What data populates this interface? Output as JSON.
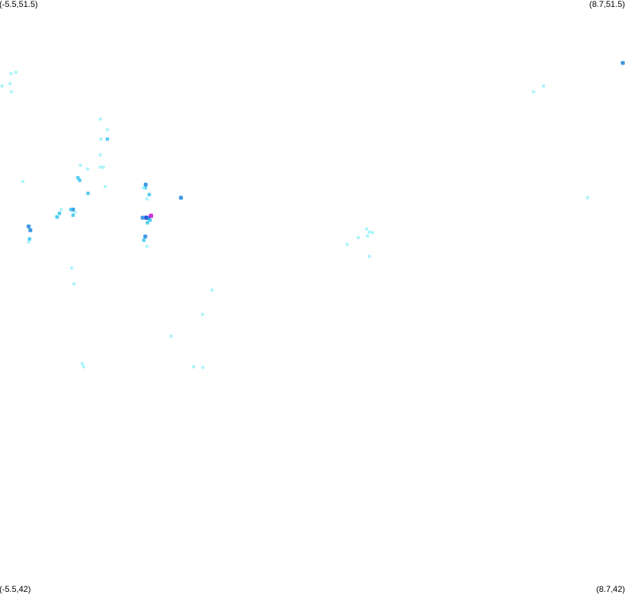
{
  "corners": {
    "top_left": "(-5.5,51.5)",
    "top_right": "(8.7,51.5)",
    "bottom_left": "(-5.5,42)",
    "bottom_right": "(8.7,42)"
  },
  "extent": {
    "lon_min": -5.5,
    "lon_max": 8.7,
    "lat_min": 42,
    "lat_max": 51.5
  },
  "colors": {
    "low": "#9ff2fb",
    "medium": "#3cc6ee",
    "high": "#1a86e0",
    "higher": "#1f3fe0",
    "peak": "#cc1adb"
  },
  "points": [
    {
      "lon": -5.5,
      "lat": 50.12,
      "level": "low"
    },
    {
      "lon": -5.14,
      "lat": 50.34,
      "level": "low"
    },
    {
      "lon": -5.25,
      "lat": 50.32,
      "level": "low"
    },
    {
      "lon": -5.27,
      "lat": 50.16,
      "level": "low"
    },
    {
      "lon": -5.24,
      "lat": 50.03,
      "level": "low"
    },
    {
      "lon": -4.98,
      "lat": 48.59,
      "level": "low"
    },
    {
      "lon": -3.22,
      "lat": 49.59,
      "level": "low"
    },
    {
      "lon": -3.06,
      "lat": 49.42,
      "level": "low"
    },
    {
      "lon": -3.21,
      "lat": 49.27,
      "level": "low"
    },
    {
      "lon": -3.06,
      "lat": 49.27,
      "level": "medium"
    },
    {
      "lon": -3.22,
      "lat": 48.82,
      "level": "low"
    },
    {
      "lon": -3.51,
      "lat": 48.79,
      "level": "low"
    },
    {
      "lon": -3.5,
      "lat": 48.4,
      "level": "medium"
    },
    {
      "lon": -3.15,
      "lat": 48.82,
      "level": "low"
    },
    {
      "lon": -3.73,
      "lat": 48.65,
      "level": "medium"
    },
    {
      "lon": -3.69,
      "lat": 48.61,
      "level": "medium"
    },
    {
      "lon": -3.11,
      "lat": 48.51,
      "level": "low"
    },
    {
      "lon": -3.22,
      "lat": 49.02,
      "level": "low"
    },
    {
      "lon": -3.67,
      "lat": 48.85,
      "level": "low"
    },
    {
      "lon": -4.11,
      "lat": 48.14,
      "level": "low"
    },
    {
      "lon": -4.15,
      "lat": 48.08,
      "level": "medium"
    },
    {
      "lon": -4.22,
      "lat": 48.03,
      "level": "low"
    },
    {
      "lon": -4.2,
      "lat": 48.02,
      "level": "medium"
    },
    {
      "lon": -2.19,
      "lat": 48.54,
      "level": "high"
    },
    {
      "lon": -2.2,
      "lat": 48.49,
      "level": "medium"
    },
    {
      "lon": -2.24,
      "lat": 48.49,
      "level": "low"
    },
    {
      "lon": -2.11,
      "lat": 48.38,
      "level": "medium"
    },
    {
      "lon": -2.16,
      "lat": 48.31,
      "level": "low"
    },
    {
      "lon": -1.39,
      "lat": 48.33,
      "level": "high"
    },
    {
      "lon": -3.84,
      "lat": 48.14,
      "level": "high"
    },
    {
      "lon": -3.79,
      "lat": 48.1,
      "level": "low"
    },
    {
      "lon": -3.84,
      "lat": 48.05,
      "level": "medium"
    },
    {
      "lon": -3.89,
      "lat": 48.14,
      "level": "medium"
    },
    {
      "lon": -4.81,
      "lat": 47.81,
      "level": "high"
    },
    {
      "lon": -4.85,
      "lat": 47.87,
      "level": "high"
    },
    {
      "lon": -4.83,
      "lat": 47.67,
      "level": "medium"
    },
    {
      "lon": -4.85,
      "lat": 47.62,
      "level": "low"
    },
    {
      "lon": -2.17,
      "lat": 48.01,
      "level": "higher"
    },
    {
      "lon": -2.12,
      "lat": 48.0,
      "level": "high"
    },
    {
      "lon": -2.26,
      "lat": 48.01,
      "level": "high"
    },
    {
      "lon": -2.15,
      "lat": 47.93,
      "level": "medium"
    },
    {
      "lon": -2.07,
      "lat": 48.04,
      "level": "peak"
    },
    {
      "lon": -2.09,
      "lat": 47.97,
      "level": "medium"
    },
    {
      "lon": -2.2,
      "lat": 47.71,
      "level": "high"
    },
    {
      "lon": -2.23,
      "lat": 47.65,
      "level": "medium"
    },
    {
      "lon": -2.16,
      "lat": 47.55,
      "level": "low"
    },
    {
      "lon": -3.87,
      "lat": 47.2,
      "level": "low"
    },
    {
      "lon": -3.82,
      "lat": 46.95,
      "level": "low"
    },
    {
      "lon": -0.68,
      "lat": 46.85,
      "level": "low"
    },
    {
      "lon": -0.9,
      "lat": 46.46,
      "level": "low"
    },
    {
      "lon": -1.61,
      "lat": 46.11,
      "level": "low"
    },
    {
      "lon": -3.63,
      "lat": 45.67,
      "level": "low"
    },
    {
      "lon": -3.6,
      "lat": 45.62,
      "level": "low"
    },
    {
      "lon": -1.1,
      "lat": 45.62,
      "level": "low"
    },
    {
      "lon": -0.89,
      "lat": 45.61,
      "level": "low"
    },
    {
      "lon": 2.85,
      "lat": 47.72,
      "level": "low"
    },
    {
      "lon": 2.64,
      "lat": 47.69,
      "level": "low"
    },
    {
      "lon": 2.96,
      "lat": 47.77,
      "level": "low"
    },
    {
      "lon": 2.89,
      "lat": 47.78,
      "level": "low"
    },
    {
      "lon": 2.83,
      "lat": 47.83,
      "level": "low"
    },
    {
      "lon": 2.89,
      "lat": 47.39,
      "level": "low"
    },
    {
      "lon": 2.39,
      "lat": 47.58,
      "level": "low"
    },
    {
      "lon": 6.62,
      "lat": 50.03,
      "level": "low"
    },
    {
      "lon": 6.85,
      "lat": 50.12,
      "level": "low"
    },
    {
      "lon": 8.65,
      "lat": 50.49,
      "level": "high"
    },
    {
      "lon": 7.85,
      "lat": 48.33,
      "level": "low"
    }
  ]
}
